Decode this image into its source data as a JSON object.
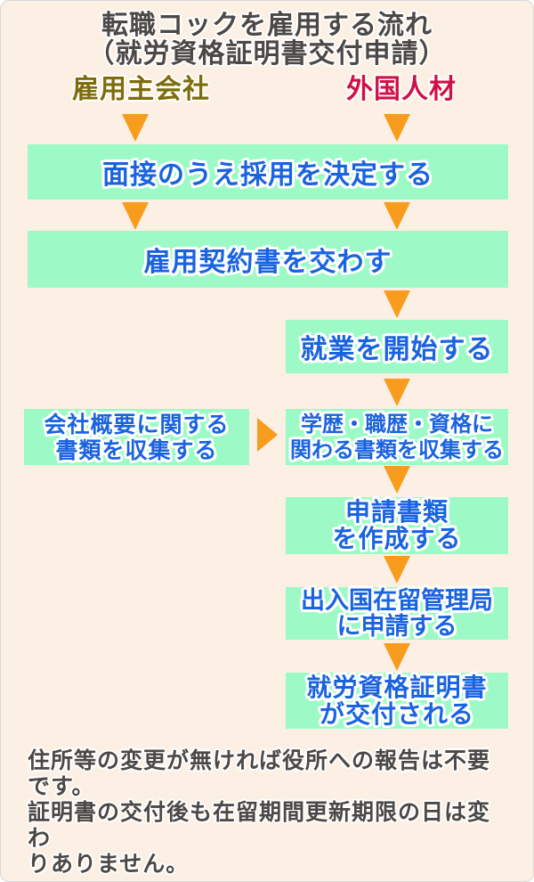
{
  "colors": {
    "background": "#fbf0e3",
    "box_bg": "#9dfac6",
    "box_text": "#1a63e0",
    "arrow": "#f89c1d",
    "title_text": "#4b4846",
    "employer_color": "#7e6c0a",
    "foreign_color": "#d01048",
    "note_text": "#4b4846",
    "frame_border": "#d8d8d8"
  },
  "title": {
    "line1": "転職コックを雇用する流れ",
    "line2": "（就労資格証明書交付申請）"
  },
  "columns": {
    "employer": "雇用主会社",
    "foreign": "外国人材"
  },
  "flow": {
    "step1": "面接のうえ採用を決定する",
    "step2": "雇用契約書を交わす",
    "step3": "就業を開始する",
    "step4_left_line1": "会社概要に関する",
    "step4_left_line2": "書類を収集する",
    "step4_right_line1": "学歴・職歴・資格に",
    "step4_right_line2": "関わる書類を収集する",
    "step5_line1": "申請書類",
    "step5_line2": "を作成する",
    "step6_line1": "出入国在留管理局",
    "step6_line2": "に申請する",
    "step7_line1": "就労資格証明書",
    "step7_line2": "が交付される"
  },
  "note": {
    "line1": "住所等の変更が無ければ役所への報告は不要",
    "line2": "です。",
    "line3": "証明書の交付後も在留期間更新期限の日は変わ",
    "line4": "りありません。"
  }
}
